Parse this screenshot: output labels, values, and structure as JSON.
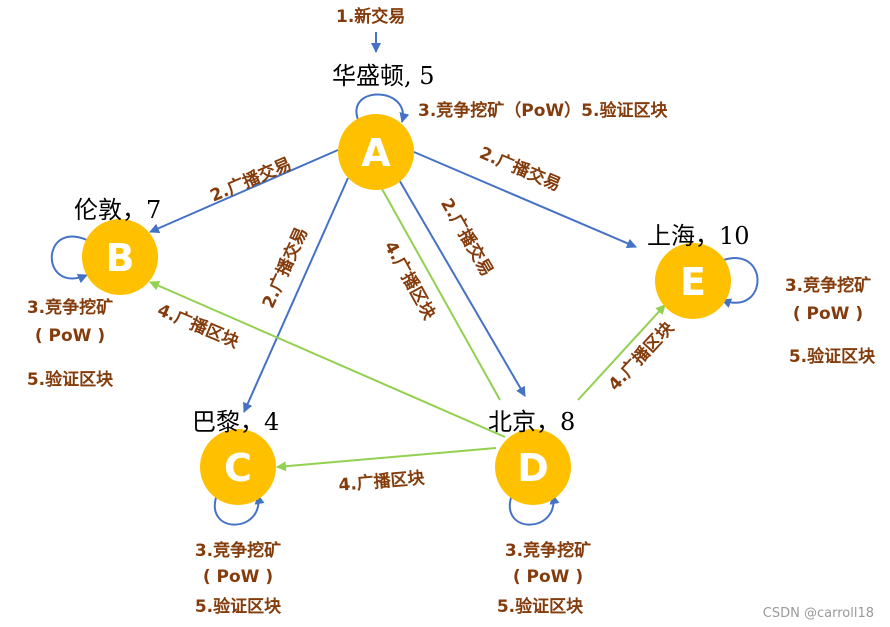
{
  "colors": {
    "node_fill": "#FFC000",
    "blue_edge": "#4472C4",
    "green_edge": "#92D050",
    "label": "#843C0C"
  },
  "nodes": {
    "A": {
      "letter": "A",
      "city": "华盛顿, 5"
    },
    "B": {
      "letter": "B",
      "city": "伦敦，7"
    },
    "C": {
      "letter": "C",
      "city": "巴黎，4"
    },
    "D": {
      "letter": "D",
      "city": "北京，8"
    },
    "E": {
      "letter": "E",
      "city": "上海，10"
    }
  },
  "labels": {
    "new_tx": "1.新交易",
    "a_mine_verify": "3.竞争挖矿（PoW）5.验证区块",
    "ab_broadcast_tx": "2.广播交易",
    "ae_broadcast_tx": "2.广播交易",
    "ac_broadcast_tx": "2.广播交易",
    "ad_broadcast_tx": "2.广播交易",
    "da_broadcast_block": "4.广播区块",
    "db_broadcast_block": "4.广播区块",
    "dc_broadcast_block": "4.广播区块",
    "de_broadcast_block": "4.广播区块",
    "b_mine": "3.竞争挖矿",
    "b_pow": "( PoW )",
    "b_verify": "5.验证区块",
    "c_mine": "3.竞争挖矿",
    "c_pow": "( PoW )",
    "c_verify": "5.验证区块",
    "d_mine": "3.竞争挖矿",
    "d_pow": "( PoW )",
    "d_verify": "5.验证区块",
    "e_mine": "3.竞争挖矿",
    "e_pow": "( PoW )",
    "e_verify": "5.验证区块"
  },
  "watermark": "CSDN @carroll18"
}
